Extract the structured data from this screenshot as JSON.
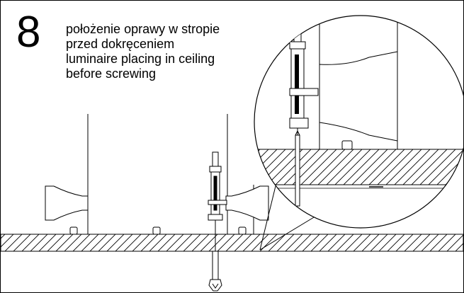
{
  "step": {
    "number": "8",
    "caption_lines": [
      "położenie oprawy w stropie",
      "przed dokręceniem",
      "luminaire placing in ceiling",
      "before screwing"
    ]
  },
  "colors": {
    "line": "#000000",
    "background": "#ffffff"
  }
}
